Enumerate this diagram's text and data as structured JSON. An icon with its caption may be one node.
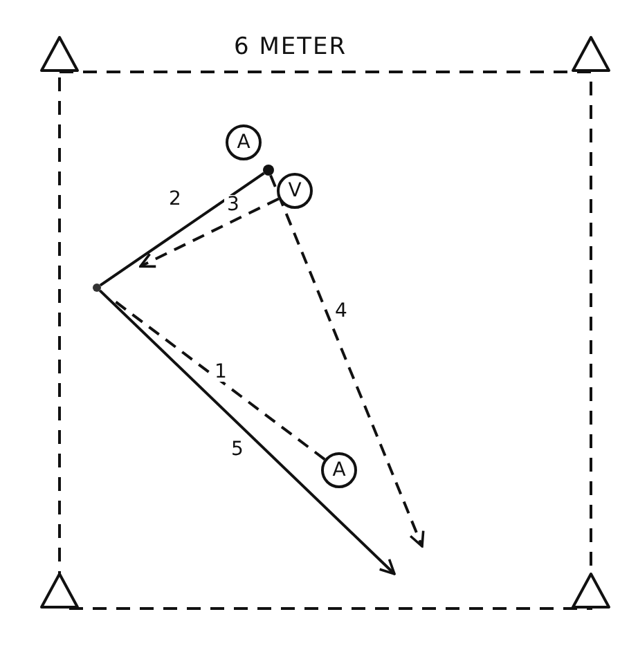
{
  "diagram": {
    "title": "6 METER",
    "nodes": [
      {
        "text": [
          "A"
        ]
      },
      {
        "text": [],
        "shape": "circle"
      },
      {
        "text": [
          "V"
        ]
      },
      {
        "text": [],
        "shape": "point"
      },
      {
        "text": [
          "A"
        ]
      }
    ],
    "edges": [
      {
        "from": 4,
        "to": 3,
        "arrow": "none",
        "label": "1",
        "style": "dashed"
      },
      {
        "from": 3,
        "to": 1,
        "arrow": "none",
        "label": "2"
      },
      {
        "from": 2,
        "to": 3,
        "arrow": "to",
        "label": "3",
        "style": "dashed"
      },
      {
        "from": 1,
        "to": null,
        "arrow": "to",
        "label": "4",
        "style": "dashed"
      },
      {
        "from": 3,
        "to": null,
        "arrow": "to",
        "label": "5"
      }
    ]
  }
}
